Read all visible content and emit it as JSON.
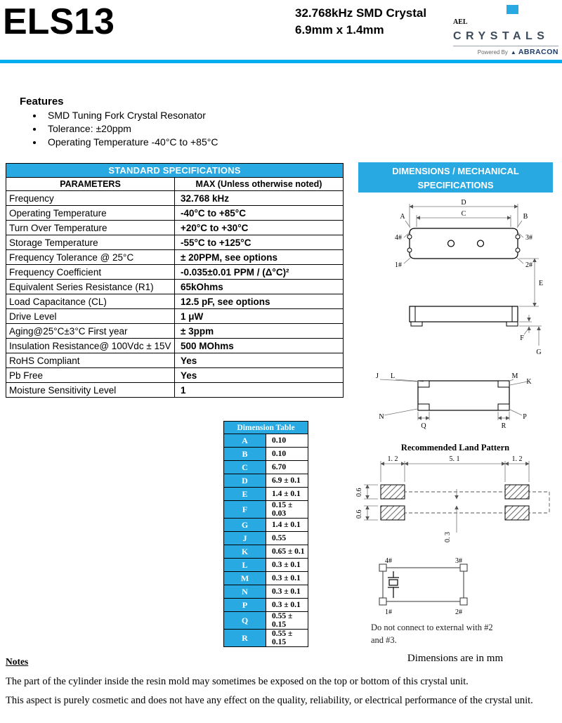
{
  "header": {
    "part_number": "ELS13",
    "title_line1": "32.768kHz SMD Crystal",
    "title_line2": "6.9mm x 1.4mm",
    "logo": {
      "brand": "AEL",
      "subbrand": "CRYSTALS",
      "powered_by": "Powered By",
      "powered_brand": "ABRACON"
    }
  },
  "features": {
    "heading": "Features",
    "items": [
      "SMD Tuning Fork Crystal Resonator",
      "Tolerance: ±20ppm",
      "Operating Temperature -40°C to +85°C"
    ]
  },
  "spec_table": {
    "title": "STANDARD SPECIFICATIONS",
    "col_parameters": "PARAMETERS",
    "col_max": "MAX (Unless otherwise noted)",
    "rows": [
      {
        "param": "Frequency",
        "value": "32.768 kHz"
      },
      {
        "param": "Operating Temperature",
        "value": "-40°C to +85°C"
      },
      {
        "param": "Turn Over Temperature",
        "value": "+20°C to +30°C"
      },
      {
        "param": "Storage Temperature",
        "value": "-55°C to +125°C"
      },
      {
        "param": "Frequency Tolerance @ 25°C",
        "value": "± 20PPM, see options"
      },
      {
        "param": "Frequency Coefficient",
        "value": "-0.035±0.01 PPM / (Δ°C)²"
      },
      {
        "param": "Equivalent Series Resistance (R1)",
        "value": "65kOhms"
      },
      {
        "param": "Load Capacitance (CL)",
        "value": "12.5 pF, see options"
      },
      {
        "param": "Drive Level",
        "value": "1 μW"
      },
      {
        "param": "Aging@25°C±3°C First year",
        "value": "± 3ppm"
      },
      {
        "param": "Insulation Resistance@ 100Vdc ± 15V",
        "value": "500 MOhms"
      },
      {
        "param": "RoHS Compliant",
        "value": "Yes"
      },
      {
        "param": "Pb Free",
        "value": "Yes"
      },
      {
        "param": "Moisture Sensitivity Level",
        "value": "1"
      }
    ]
  },
  "dimensions_section": {
    "title_line1": "DIMENSIONS / MECHANICAL",
    "title_line2": "SPECIFICATIONS",
    "land_pattern_title": "Recommended Land Pattern",
    "connect_note": "Do not connect to external with #2 and #3.",
    "units_note": "Dimensions are in mm",
    "drawing_labels": {
      "A": "A",
      "B": "B",
      "C": "C",
      "D": "D",
      "E": "E",
      "F": "F",
      "G": "G",
      "J": "J",
      "K": "K",
      "L": "L",
      "M": "M",
      "N": "N",
      "P": "P",
      "Q": "Q",
      "R": "R",
      "pin1": "1#",
      "pin2": "2#",
      "pin3": "3#",
      "pin4": "4#"
    },
    "land_pattern_dims": {
      "left_pad_width": "1. 2",
      "pad_gap": "5. 1",
      "right_pad_width": "1. 2",
      "pad_height_top": "0.6",
      "pad_height_bottom": "0.6",
      "row_gap": "0. 3"
    }
  },
  "dimension_table": {
    "title": "Dimension Table",
    "rows": [
      {
        "dim": "A",
        "value": "0.10"
      },
      {
        "dim": "B",
        "value": "0.10"
      },
      {
        "dim": "C",
        "value": "6.70"
      },
      {
        "dim": "D",
        "value": "6.9 ± 0.1"
      },
      {
        "dim": "E",
        "value": "1.4 ± 0.1"
      },
      {
        "dim": "F",
        "value": "0.15 ± 0.03"
      },
      {
        "dim": "G",
        "value": "1.4 ± 0.1"
      },
      {
        "dim": "J",
        "value": "0.55"
      },
      {
        "dim": "K",
        "value": "0.65 ± 0.1"
      },
      {
        "dim": "L",
        "value": "0.3 ± 0.1"
      },
      {
        "dim": "M",
        "value": "0.3 ± 0.1"
      },
      {
        "dim": "N",
        "value": "0.3 ± 0.1"
      },
      {
        "dim": "P",
        "value": "0.3 ± 0.1"
      },
      {
        "dim": "Q",
        "value": "0.55 ± 0.15"
      },
      {
        "dim": "R",
        "value": "0.55 ± 0.15"
      }
    ]
  },
  "notes": {
    "heading": "Notes",
    "paragraphs": [
      "The part of the cylinder inside the resin mold may sometimes be exposed on the top or bottom of this crystal unit.",
      "This aspect is purely cosmetic and does not have any effect on the quality, reliability, or electrical performance of the crystal unit."
    ]
  }
}
